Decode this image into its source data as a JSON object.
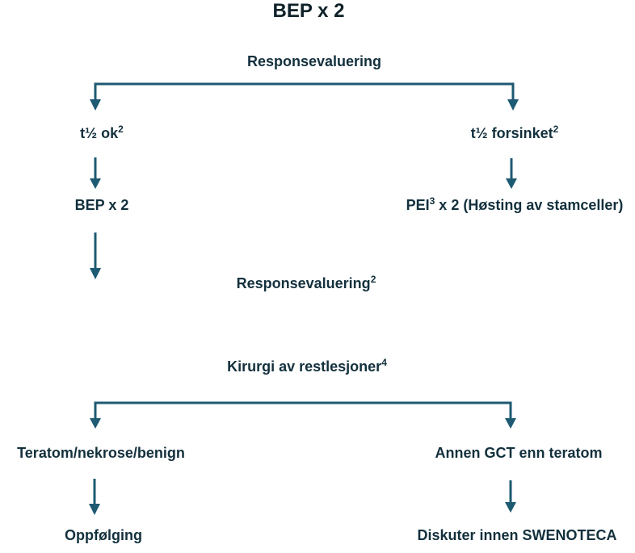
{
  "title": "BEP x 2",
  "colors": {
    "line": "#1e5a72",
    "text": "#13303d",
    "title": "#0f2129"
  },
  "flow": {
    "response_eval_1": {
      "text": "Responsevaluering",
      "sup": ""
    },
    "left_branch": {
      "text": "t½ ok",
      "sup": "2"
    },
    "right_branch": {
      "text": "t½ forsinket",
      "sup": "2"
    },
    "left_treatment": {
      "text": "BEP x 2",
      "sup": ""
    },
    "right_treatment": {
      "text": "PEI",
      "sup": "3",
      "text2": " x 2 (Høsting av stamceller)"
    },
    "response_eval_2": {
      "text": "Responsevaluering",
      "sup": "2"
    },
    "surgery": {
      "text": "Kirurgi av restlesjoner",
      "sup": "4"
    },
    "left_outcome": {
      "text": "Teratom/nekrose/benign",
      "sup": ""
    },
    "right_outcome": {
      "text": "Annen GCT enn teratom",
      "sup": ""
    },
    "left_final": {
      "text": "Oppfølging",
      "sup": ""
    },
    "right_final": {
      "text": "Diskuter innen SWENOTECA",
      "sup": ""
    }
  }
}
